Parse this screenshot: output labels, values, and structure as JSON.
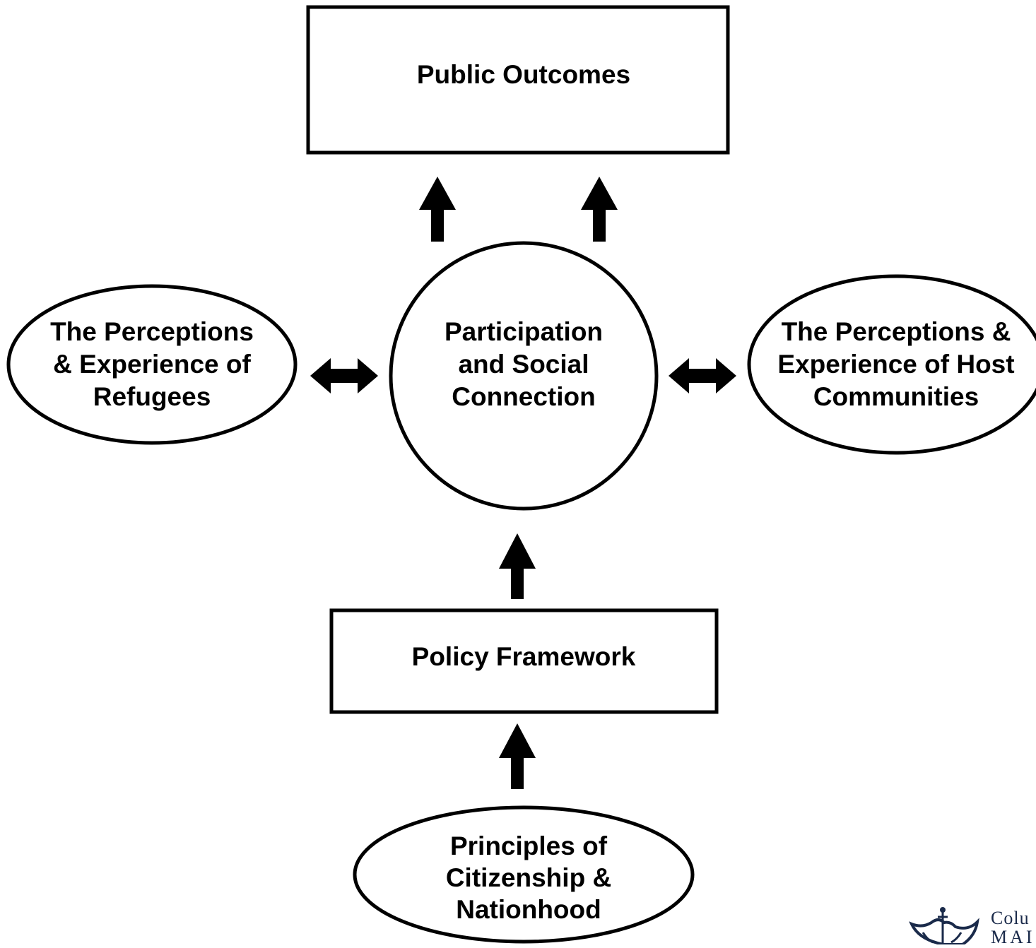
{
  "nodes": {
    "public_outcomes": {
      "label": "Public Outcomes"
    },
    "participation": {
      "lines": [
        "Participation",
        "and Social",
        "Connection"
      ]
    },
    "refugees": {
      "lines": [
        "The Perceptions",
        "& Experience of",
        "Refugees"
      ]
    },
    "host": {
      "lines": [
        "The Perceptions &",
        "Experience of Host",
        "Communities"
      ]
    },
    "policy": {
      "label": "Policy Framework"
    },
    "principles": {
      "lines": [
        "Principles of",
        "Citizenship &",
        "Nationhood"
      ]
    }
  },
  "logo": {
    "name": "crown-logo-icon",
    "line1": "Colu",
    "line2": "MAI"
  },
  "colors": {
    "stroke": "#000000",
    "background": "#ffffff",
    "logo": "#1a2a4a"
  }
}
